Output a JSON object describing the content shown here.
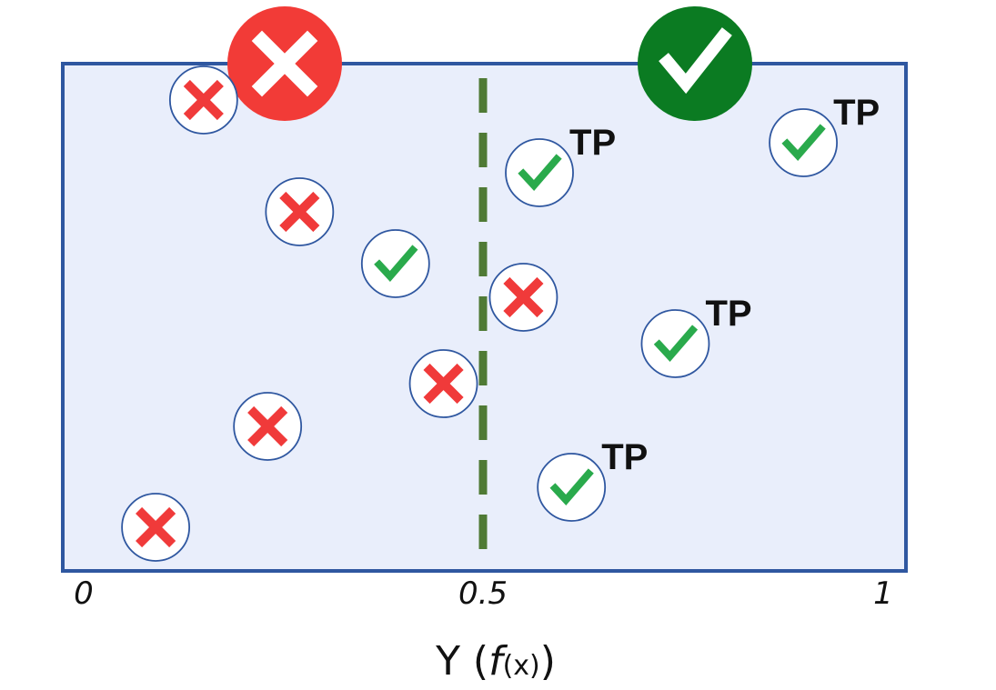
{
  "colors": {
    "panel_fill": "#e9eefb",
    "panel_border": "#2f57a0",
    "threshold_line": "#4f7a35",
    "cross_red": "#f03a3a",
    "check_green": "#2aaa4c",
    "badge_red": "#f23b37",
    "badge_green": "#0b7b22",
    "marker_ring": "#2f57a0"
  },
  "header_badges": [
    {
      "name": "negative-class-badge",
      "icon": "cross-icon"
    },
    {
      "name": "positive-class-badge",
      "icon": "check-icon"
    }
  ],
  "axis": {
    "ticks": [
      {
        "value": 0,
        "label": "0"
      },
      {
        "value": 0.5,
        "label": "0.5"
      },
      {
        "value": 1,
        "label": "1"
      }
    ],
    "title": "Y (",
    "title_f": "f",
    "title_x": "(x)",
    "title_close": ")"
  },
  "threshold": 0.5,
  "markers": [
    {
      "kind": "cross",
      "score": 0.15,
      "label": ""
    },
    {
      "kind": "cross",
      "score": 0.27,
      "label": ""
    },
    {
      "kind": "check",
      "score": 0.39,
      "label": ""
    },
    {
      "kind": "cross",
      "score": 0.45,
      "label": ""
    },
    {
      "kind": "cross",
      "score": 0.23,
      "label": ""
    },
    {
      "kind": "cross",
      "score": 0.09,
      "label": ""
    },
    {
      "kind": "check",
      "score": 0.57,
      "label": "TP"
    },
    {
      "kind": "check",
      "score": 0.9,
      "label": "TP"
    },
    {
      "kind": "cross",
      "score": 0.55,
      "label": ""
    },
    {
      "kind": "check",
      "score": 0.74,
      "label": "TP"
    },
    {
      "kind": "check",
      "score": 0.61,
      "label": "TP"
    }
  ]
}
